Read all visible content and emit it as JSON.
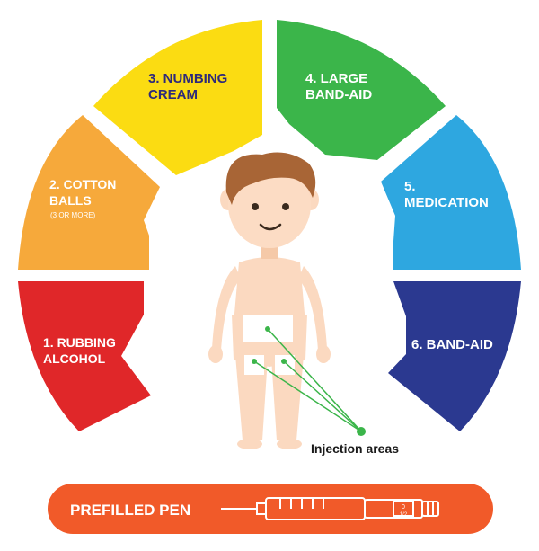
{
  "segments": [
    {
      "id": "rubbing-alcohol",
      "lines": [
        "1. RUBBING",
        "ALCOHOL"
      ],
      "color": "#e02729",
      "text_color": "#ffffff"
    },
    {
      "id": "cotton-balls",
      "lines": [
        "2. COTTON",
        "BALLS"
      ],
      "note": "(3 OR MORE)",
      "color": "#f6a93b",
      "text_color": "#ffffff"
    },
    {
      "id": "numbing-cream",
      "lines": [
        "3. NUMBING",
        "CREAM"
      ],
      "color": "#fbdc12",
      "text_color": "#2e2a7a"
    },
    {
      "id": "large-band-aid",
      "lines": [
        "4. LARGE",
        "BAND-AID"
      ],
      "color": "#3bb54a",
      "text_color": "#ffffff"
    },
    {
      "id": "medication",
      "lines": [
        "5.",
        "MEDICATION"
      ],
      "color": "#2ea7e0",
      "text_color": "#ffffff"
    },
    {
      "id": "band-aid",
      "lines": [
        "6. BAND-AID"
      ],
      "color": "#2b3990",
      "text_color": "#ffffff"
    }
  ],
  "injection": {
    "label": "Injection areas",
    "line_color": "#3bb54a"
  },
  "pen": {
    "label": "PREFILLED PEN",
    "color": "#f15a29",
    "dial_top": "0",
    "dial_bottom": "1/2"
  }
}
